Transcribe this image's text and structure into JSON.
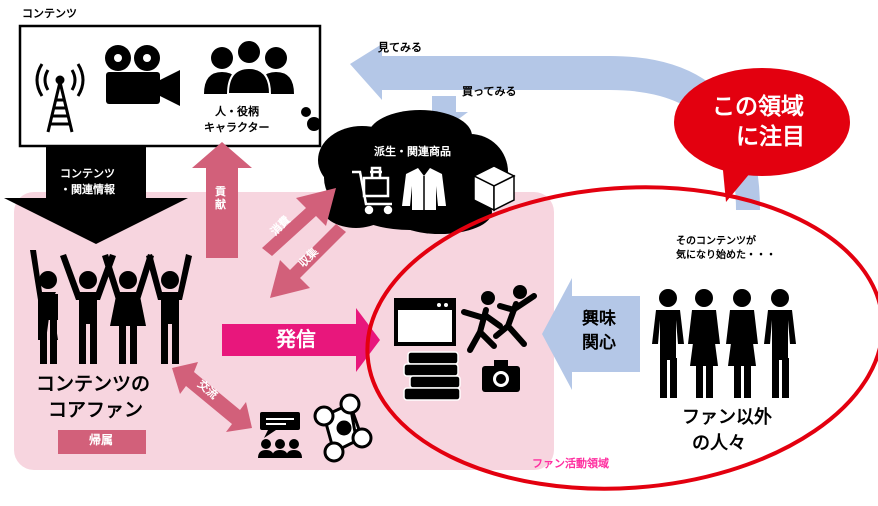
{
  "labels": {
    "contents_box_title": "コンテンツ",
    "person_role": "人・役柄",
    "character": "キャラクター",
    "contents_info_line1": "コンテンツ",
    "contents_info_line2": "・関連情報",
    "contribution": "貢献",
    "consumption": "消費",
    "collection": "収集",
    "derivative_goods": "派生・関連商品",
    "look": "見てみる",
    "buy": "買ってみる",
    "callout_line1": "この領域",
    "callout_line2": "に注目",
    "core_fan_line1": "コンテンツの",
    "core_fan_line2": "コアファン",
    "belonging": "帰属",
    "broadcast": "発信",
    "exchange": "交流",
    "interest_line1": "興味",
    "interest_line2": "関心",
    "curious_line1": "そのコンテンツが",
    "curious_line2": "気になり始めた・・・",
    "non_fan_line1": "ファン以外",
    "non_fan_line2": "の人々",
    "fan_activity_area": "ファン活動領域"
  },
  "colors": {
    "black": "#000000",
    "pink_area": "#f7d5df",
    "mauve_arrow": "#d2607a",
    "magenta_arrow": "#e8177c",
    "blue_arrow": "#b4c7e7",
    "red": "#e3000f",
    "label_pink": "#ff2fa0"
  },
  "icons": [
    "antenna-tower-icon",
    "movie-camera-icon",
    "people-group-icon",
    "shopping-cart-icon",
    "jacket-icon",
    "box-icon",
    "browser-window-icon",
    "dancing-people-icon",
    "books-icon",
    "camera-icon",
    "chat-group-icon",
    "network-icon"
  ]
}
